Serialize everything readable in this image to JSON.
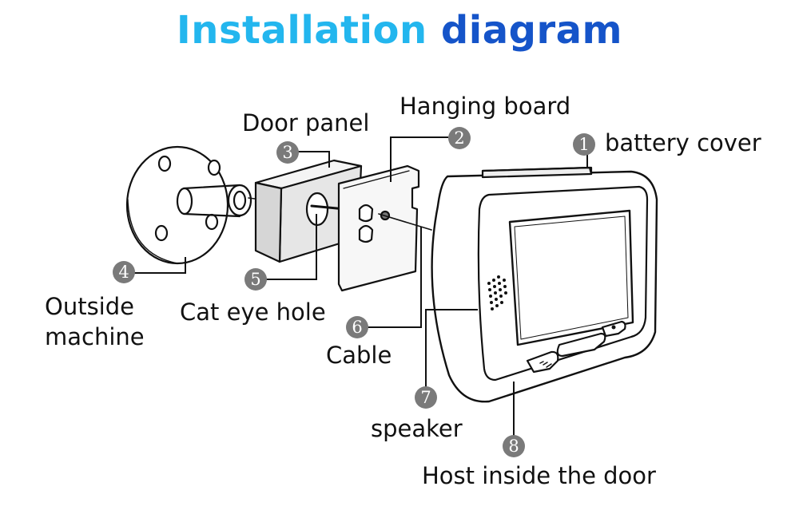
{
  "title": {
    "part1": "Installation",
    "part2": "diagram"
  },
  "colors": {
    "title_light": "#23b6ee",
    "title_dark": "#1554c9",
    "badge": "#7a7a7a",
    "line": "#111111"
  },
  "parts": [
    {
      "num": "1",
      "label": "battery cover"
    },
    {
      "num": "2",
      "label": "Hanging board"
    },
    {
      "num": "3",
      "label": "Door panel"
    },
    {
      "num": "4",
      "label": "Outside machine"
    },
    {
      "num": "5",
      "label": "Cat eye hole"
    },
    {
      "num": "6",
      "label": "Cable"
    },
    {
      "num": "7",
      "label": "speaker"
    },
    {
      "num": "8",
      "label": "Host inside the door"
    }
  ],
  "labels": {
    "outside_line1": "Outside",
    "outside_line2": "machine"
  }
}
